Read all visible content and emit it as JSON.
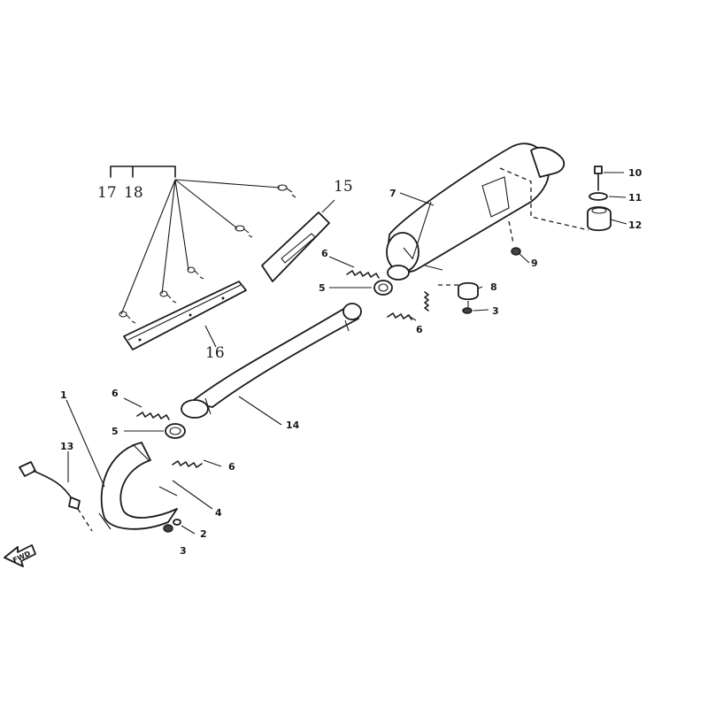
{
  "callouts": {
    "c1": "1",
    "c2": "2",
    "c3a": "3",
    "c3b": "3",
    "c4": "4",
    "c5a": "5",
    "c5b": "5",
    "c6a": "6",
    "c6b": "6",
    "c6c": "6",
    "c6d": "6",
    "c7": "7",
    "c8": "8",
    "c9": "9",
    "c10": "10",
    "c11": "11",
    "c12": "12",
    "c13": "13",
    "c14": "14",
    "c15": "15",
    "c16": "16",
    "c17": "17",
    "c18": "18"
  },
  "direction_marker": "FWD"
}
